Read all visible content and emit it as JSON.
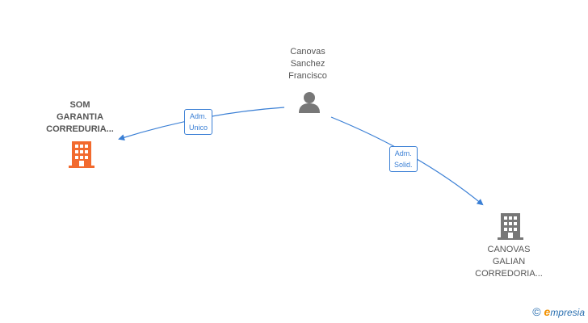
{
  "nodes": {
    "person": {
      "name": "Canovas\nSanchez\nFrancisco",
      "icon": "person-icon",
      "color": "#777777"
    },
    "company_left": {
      "name": "SOM\nGARANTIA\nCORREDURIA...",
      "icon": "building-icon",
      "color": "#f26a2e"
    },
    "company_right": {
      "name": "CANOVAS\nGALIAN\nCORREDORIA...",
      "icon": "building-icon",
      "color": "#777777"
    }
  },
  "edges": {
    "to_left": {
      "label": "Adm.\nUnico",
      "color": "#3a7fd5"
    },
    "to_right": {
      "label": "Adm.\nSolid.",
      "color": "#3a7fd5"
    }
  },
  "watermark": {
    "copyright": "©",
    "brand_initial": "e",
    "brand_rest": "mpresia"
  }
}
